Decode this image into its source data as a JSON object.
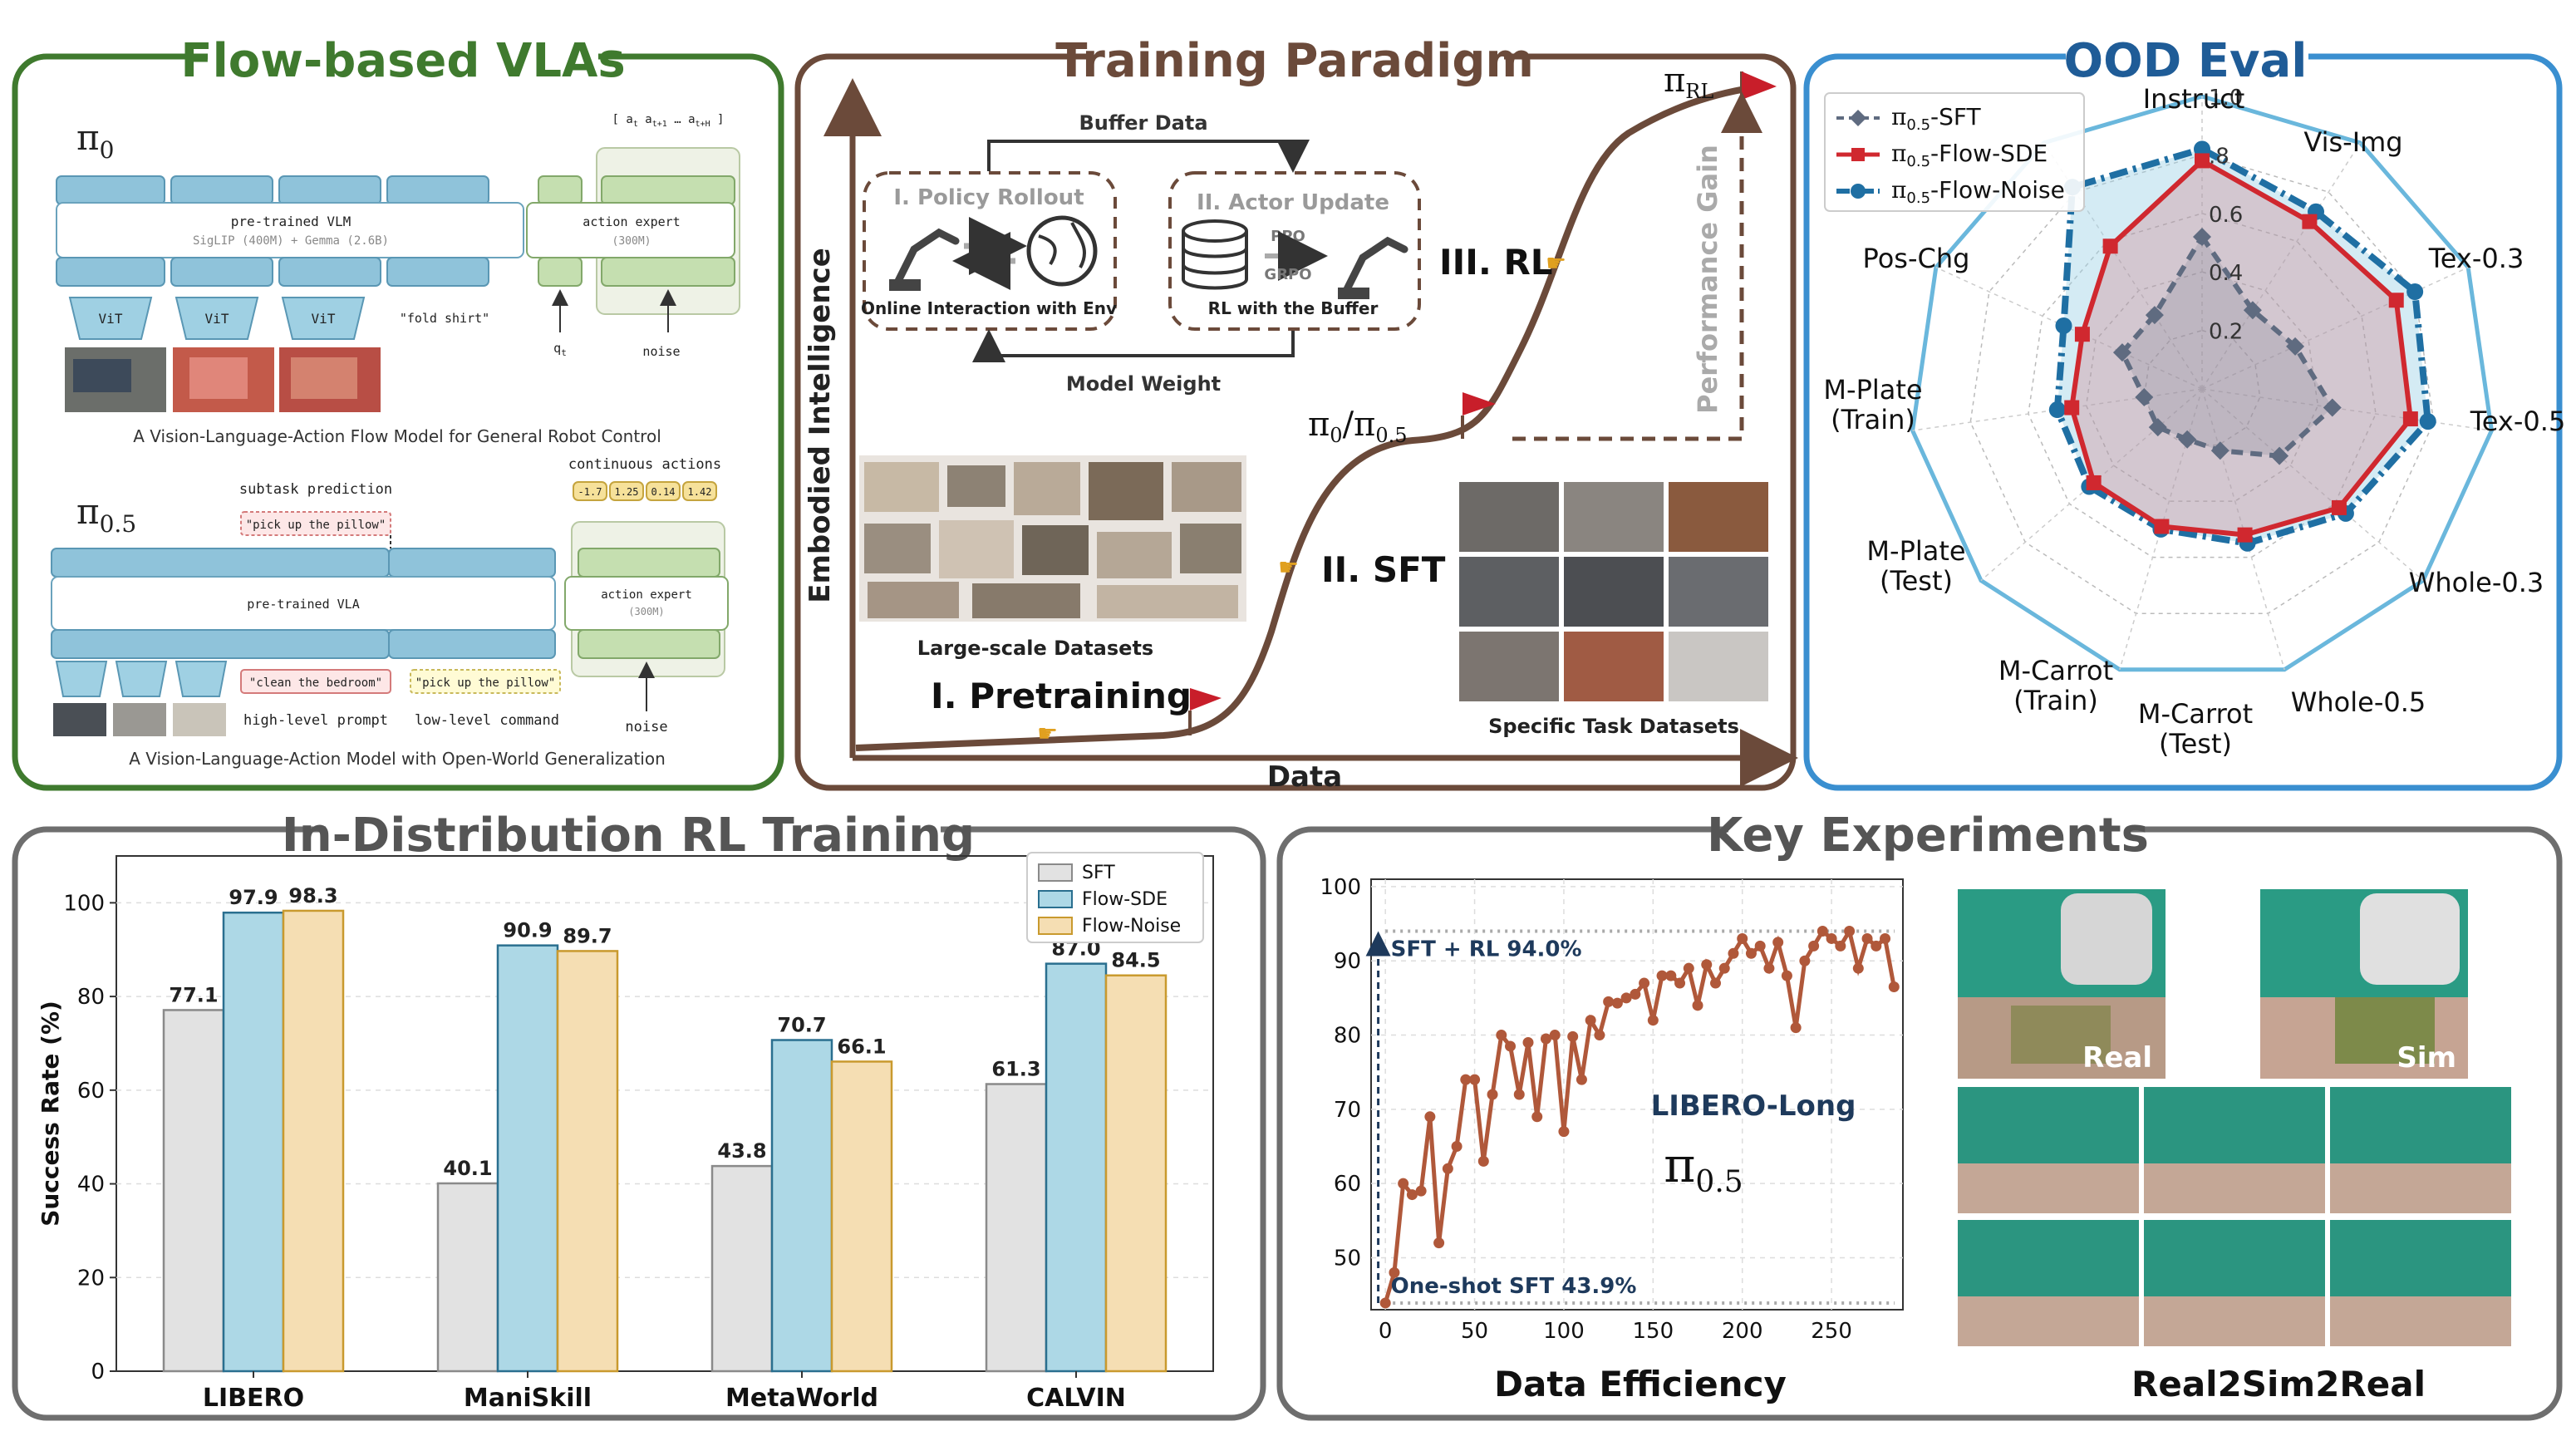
{
  "panels": {
    "flow_vlas": {
      "title": "Flow-based  VLAs",
      "pi0": {
        "label": "π",
        "label_sub": "0",
        "vlm_title": "pre-trained VLM",
        "vlm_sub": "SigLIP (400M) + Gemma (2.6B)",
        "vit_labels": [
          "ViT",
          "ViT",
          "ViT"
        ],
        "text_prompt": "\"fold shirt\"",
        "action_expert": "action expert",
        "action_expert_sub": "(300M)",
        "q_label": "q",
        "q_sub": "t",
        "noise_label": "noise",
        "actions_label": "a",
        "actions_items": [
          "t",
          "t+1",
          "…",
          "t+H"
        ],
        "caption": "A Vision-Language-Action Flow Model for General Robot Control"
      },
      "pi05": {
        "label": "π",
        "label_sub": "0.5",
        "subtask_prediction": "subtask prediction",
        "subtask_text": "\"pick up the pillow\"",
        "continuous_actions": "continuous actions",
        "action_values": [
          "-1.7",
          "1.25",
          "0.14",
          "1.42"
        ],
        "vla_title": "pre-trained VLA",
        "action_expert": "action expert",
        "action_expert_sub": "(300M)",
        "high_level_cmd": "\"clean the bedroom\"",
        "low_level_cmd": "\"pick up the pillow\"",
        "high_level_label": "high-level prompt",
        "low_level_label": "low-level command",
        "noise_label": "noise",
        "caption": "A Vision-Language-Action Model with Open-World Generalization"
      }
    },
    "training_paradigm": {
      "title": "Training Paradigm",
      "y_axis": "Embodied Intelligence",
      "x_axis": "Data",
      "buffer_data": "Buffer Data",
      "model_weight": "Model Weight",
      "policy_rollout": "I. Policy Rollout",
      "policy_rollout_sub": "Online Interaction with Env",
      "actor_update": "II. Actor Update",
      "actor_update_sub": "RL with the Buffer",
      "ppo": "PPO",
      "grpo": "GRPO",
      "stage_pretraining": "I. Pretraining",
      "stage_sft": "II. SFT",
      "stage_rl": "III. RL",
      "large_datasets": "Large-scale Datasets",
      "specific_datasets": "Specific Task Datasets",
      "performance_gain": "Performance Gain",
      "pi_rl": "π",
      "pi_rl_sub": "RL",
      "pi_mid": "π",
      "pi_mid_sub1": "0",
      "pi_mid_sep": "/π",
      "pi_mid_sub2": "0.5"
    },
    "ood_eval": {
      "title": "OOD Eval",
      "legend": [
        {
          "prefix": "π",
          "sub": "0.5",
          "suffix": "-SFT"
        },
        {
          "prefix": "π",
          "sub": "0.5",
          "suffix": "-Flow-SDE"
        },
        {
          "prefix": "π",
          "sub": "0.5",
          "suffix": "-Flow-Noise"
        }
      ],
      "radial_ticks": [
        "0.2",
        "0.4",
        "0.6",
        ".8",
        "1.0"
      ]
    },
    "in_distribution": {
      "title": "In-Distribution  RL Training"
    },
    "key_experiments": {
      "title": "Key Experiments",
      "efficiency_caption": "Data Efficiency",
      "real2sim_caption": "Real2Sim2Real",
      "real_label": "Real",
      "sim_label": "Sim",
      "line_label_top": "SFT + RL 94.0%",
      "line_label_bottom": "One-shot SFT 43.9%",
      "task_label": "LIBERO-Long",
      "model_label": "π",
      "model_label_sub": "0.5"
    }
  },
  "chart_data": [
    {
      "type": "radar",
      "axes": [
        "Instruct",
        "Vis-Img",
        "Tex-0.3",
        "Tex-0.5",
        "Whole-0.3",
        "Whole-0.5",
        "M-Carrot\n(Test)",
        "M-Carrot\n(Train)",
        "M-Plate\n(Test)",
        "M-Plate\n(Train)",
        "Pos-Chg"
      ],
      "rlim": [
        0,
        1.0
      ],
      "series": [
        {
          "name": "π0.5-SFT",
          "values": [
            0.52,
            0.32,
            0.35,
            0.45,
            0.35,
            0.22,
            0.18,
            0.2,
            0.2,
            0.3,
            0.3
          ],
          "color": "#5f6b80",
          "style": "dashed",
          "marker": "diamond"
        },
        {
          "name": "π0.5-Flow-SDE",
          "values": [
            0.78,
            0.68,
            0.73,
            0.72,
            0.62,
            0.52,
            0.49,
            0.49,
            0.45,
            0.45,
            0.58
          ],
          "color": "#d0282f",
          "style": "solid",
          "marker": "square"
        },
        {
          "name": "π0.5-Flow-Noise",
          "values": [
            0.82,
            0.72,
            0.8,
            0.78,
            0.65,
            0.55,
            0.5,
            0.51,
            0.5,
            0.52,
            0.82
          ],
          "color": "#1f6fa3",
          "style": "dashdot",
          "marker": "circle"
        }
      ]
    },
    {
      "type": "bar",
      "categories": [
        "LIBERO",
        "ManiSkill",
        "MetaWorld",
        "CALVIN"
      ],
      "ylabel": "Success Rate (%)",
      "ylim": [
        0,
        110
      ],
      "yticks": [
        0,
        20,
        40,
        60,
        80,
        100
      ],
      "legend_position": "top-right",
      "series": [
        {
          "name": "SFT",
          "values": [
            77.1,
            40.1,
            43.8,
            61.3
          ],
          "color": "#e2e2e2",
          "edge": "#8a8a8a"
        },
        {
          "name": "Flow-SDE",
          "values": [
            97.9,
            90.9,
            70.7,
            87.0
          ],
          "color": "#add8e6",
          "edge": "#2a6f8f"
        },
        {
          "name": "Flow-Noise",
          "values": [
            98.3,
            89.7,
            66.1,
            84.5
          ],
          "color": "#f5deb3",
          "edge": "#c99a2e"
        }
      ],
      "value_labels": [
        [
          "77.1",
          "40.1",
          "43.8",
          "61.3"
        ],
        [
          "97.9",
          "90.9",
          "70.7",
          "87.0"
        ],
        [
          "98.3",
          "89.7",
          "66.1",
          "84.5"
        ]
      ]
    },
    {
      "type": "line",
      "xlim": [
        -8,
        290
      ],
      "ylim": [
        43,
        101
      ],
      "xticks": [
        0,
        50,
        100,
        150,
        200,
        250
      ],
      "yticks": [
        50,
        60,
        70,
        80,
        90,
        100
      ],
      "grid": true,
      "reference_lines": [
        94.0,
        43.9
      ],
      "series": [
        {
          "name": "LIBERO-Long",
          "color": "#b0583a",
          "x": [
            0,
            5,
            10,
            15,
            20,
            25,
            30,
            35,
            40,
            45,
            50,
            55,
            60,
            65,
            70,
            75,
            80,
            85,
            90,
            95,
            100,
            105,
            110,
            115,
            120,
            125,
            130,
            135,
            140,
            145,
            150,
            155,
            160,
            165,
            170,
            175,
            180,
            185,
            190,
            195,
            200,
            205,
            210,
            215,
            220,
            225,
            230,
            235,
            240,
            245,
            250,
            255,
            260,
            265,
            270,
            275,
            280,
            285
          ],
          "y": [
            43.9,
            48,
            60,
            58.5,
            59,
            69,
            52,
            62,
            65,
            74,
            74,
            63,
            72,
            80,
            78.5,
            72,
            79,
            69,
            79.5,
            80,
            67,
            79.8,
            74,
            82,
            80,
            84.5,
            84.3,
            85,
            85.5,
            87,
            82,
            88,
            88,
            87,
            89,
            84,
            89.5,
            87,
            89,
            91,
            93,
            91,
            92,
            89,
            92.5,
            88,
            81,
            90,
            92,
            94,
            93,
            92,
            94,
            89,
            93,
            92,
            93,
            86.5
          ]
        }
      ]
    }
  ]
}
